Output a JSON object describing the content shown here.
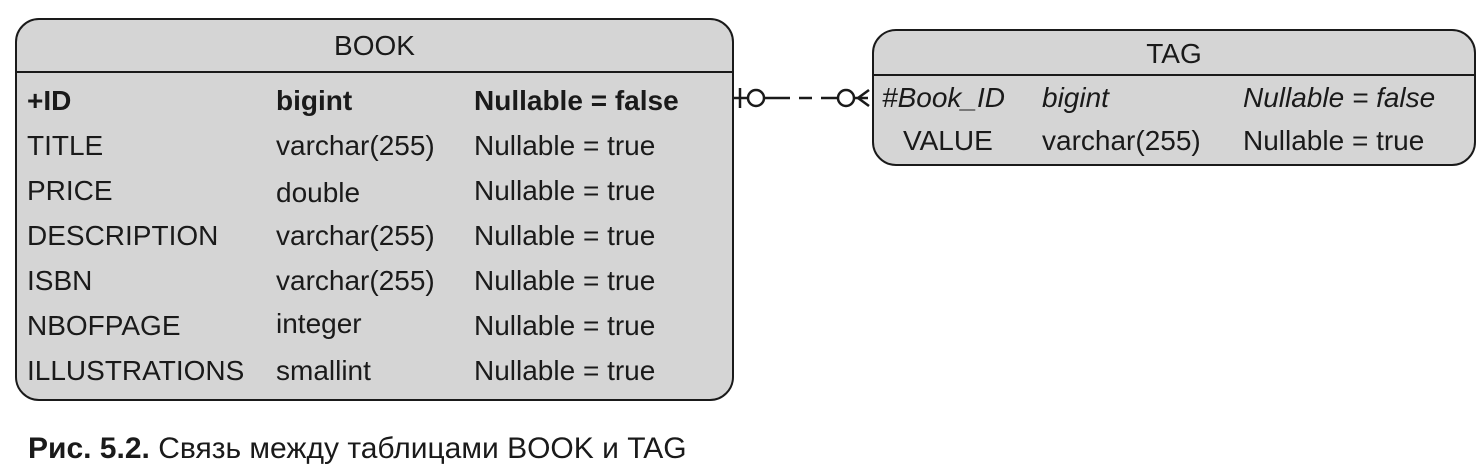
{
  "book": {
    "title": "BOOK",
    "rows": [
      {
        "name": "+ID",
        "type": "bigint",
        "nullable": "Nullable = false"
      },
      {
        "name": "TITLE",
        "type": "varchar(255)",
        "nullable": "Nullable = true"
      },
      {
        "name": "PRICE",
        "type": "double",
        "nullable": "Nullable = true"
      },
      {
        "name": "DESCRIPTION",
        "type": "varchar(255)",
        "nullable": "Nullable = true"
      },
      {
        "name": "ISBN",
        "type": "varchar(255)",
        "nullable": "Nullable = true"
      },
      {
        "name": "NBOFPAGE",
        "type": "integer",
        "nullable": "Nullable = true"
      },
      {
        "name": "ILLUSTRATIONS",
        "type": "smallint",
        "nullable": "Nullable = true"
      }
    ]
  },
  "tag": {
    "title": "TAG",
    "rows": [
      {
        "name": "#Book_ID",
        "type": "bigint",
        "nullable": "Nullable = false"
      },
      {
        "name": "VALUE",
        "type": "varchar(255)",
        "nullable": "Nullable = true"
      }
    ]
  },
  "caption": {
    "number": "Рис. 5.2.",
    "text": "Связь между таблицами BOOK и TAG"
  }
}
